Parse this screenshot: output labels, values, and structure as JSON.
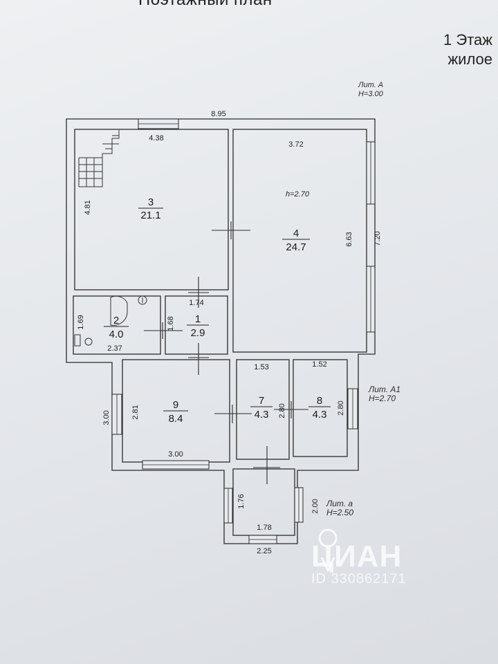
{
  "header": {
    "title": "Поэтажный план"
  },
  "floor": {
    "label": "1 Этаж",
    "type": "жилое"
  },
  "liters": [
    {
      "name": "Лит. А",
      "height": "H=3.00"
    },
    {
      "name": "Лит. А1",
      "height": "H=2.70"
    },
    {
      "name": "Лит. а",
      "height": "H=2.50"
    }
  ],
  "rooms": [
    {
      "number": "3",
      "area": "21.1"
    },
    {
      "number": "4",
      "area": "24.7",
      "ceiling": "h=2.70"
    },
    {
      "number": "2",
      "area": "4.0"
    },
    {
      "number": "1",
      "area": "2.9"
    },
    {
      "number": "9",
      "area": "8.4"
    },
    {
      "number": "7",
      "area": "4.3"
    },
    {
      "number": "8",
      "area": "4.3"
    }
  ],
  "dimensions": {
    "overall_width": "8.95",
    "right_height": "7.20",
    "room3_width": "4.38",
    "room3_height": "4.81",
    "room4_width": "3.72",
    "room4_height": "6.63",
    "room1_width": "1.74",
    "room1_height": "1.68",
    "room2_width": "2.37",
    "room2_height": "1.69",
    "room9_width": "3.00",
    "room9_height": "2.81",
    "room9_outer_height": "3.00",
    "room7_width": "1.53",
    "room7_height": "2.80",
    "room8_width": "1.52",
    "room8_height": "2.80",
    "porch_inner_width": "1.78",
    "porch_inner_height": "1.76",
    "porch_outer_width": "2.25",
    "porch_outer_height": "2.00"
  },
  "watermark": {
    "brand": "ЦИАН",
    "listing_id": "ID 330862171"
  }
}
